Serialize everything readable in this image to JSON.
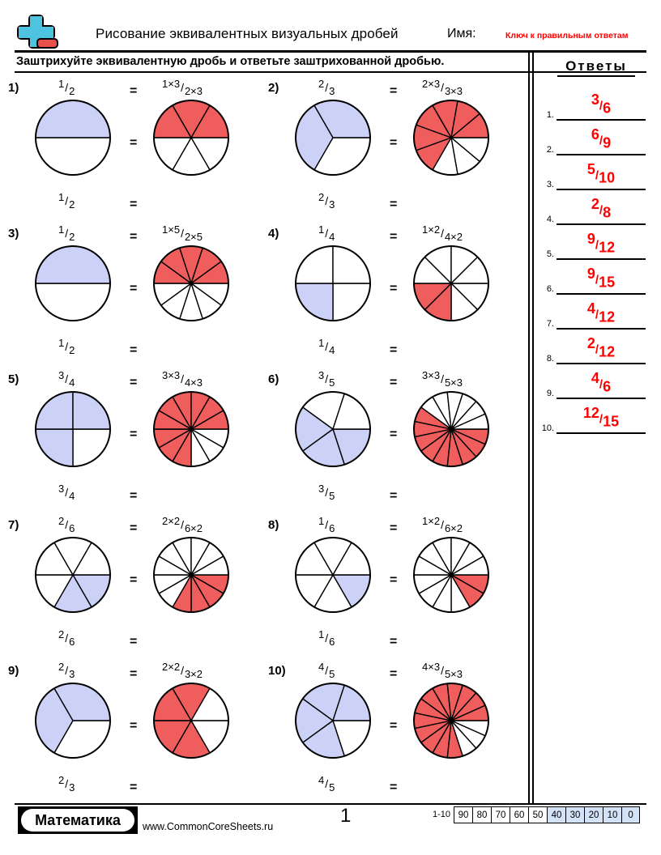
{
  "header": {
    "title": "Рисование эквивалентных визуальных дробей",
    "name_label": "Имя:",
    "answer_key_label": "Ключ к правильным ответам",
    "logo_icon": "plus-minus-icon"
  },
  "instructions": "Заштрихуйте эквивалентную дробь и ответьте заштрихованной дробью.",
  "answers_panel": {
    "heading": "Ответы",
    "rows": [
      {
        "index": "1.",
        "numerator": "3",
        "slash": "/",
        "denominator": "6"
      },
      {
        "index": "2.",
        "numerator": "6",
        "slash": "/",
        "denominator": "9"
      },
      {
        "index": "3.",
        "numerator": "5",
        "slash": "/",
        "denominator": "10"
      },
      {
        "index": "4.",
        "numerator": "2",
        "slash": "/",
        "denominator": "8"
      },
      {
        "index": "5.",
        "numerator": "9",
        "slash": "/",
        "denominator": "12"
      },
      {
        "index": "6.",
        "numerator": "9",
        "slash": "/",
        "denominator": "15"
      },
      {
        "index": "7.",
        "numerator": "4",
        "slash": "/",
        "denominator": "12"
      },
      {
        "index": "8.",
        "numerator": "2",
        "slash": "/",
        "denominator": "12"
      },
      {
        "index": "9.",
        "numerator": "4",
        "slash": "/",
        "denominator": "6"
      },
      {
        "index": "10.",
        "numerator": "12",
        "slash": "/",
        "denominator": "15"
      }
    ]
  },
  "colors": {
    "shaded_blue": "#ccd1f7",
    "shaded_red": "#ef5d5d",
    "answer_red": "#ff0000",
    "logo_cyan": "#4ec3e0",
    "logo_red": "#e8504a",
    "scale_highlight": "#d3e2f7"
  },
  "equals_sign": "=",
  "problems": [
    {
      "index": "1)",
      "left_fraction": {
        "numerator": "1",
        "slash": "/",
        "denominator": "2"
      },
      "right_fraction": {
        "numerator": "1×3",
        "slash": "/",
        "denominator": "2×3"
      },
      "bottom_fraction": {
        "numerator": "1",
        "slash": "/",
        "denominator": "2"
      },
      "left_pie": {
        "slices": 2,
        "shaded": 1,
        "color": "#ccd1f7",
        "start_index": 1
      },
      "right_pie": {
        "slices": 6,
        "shaded": 3,
        "color": "#ef5d5d",
        "start_index": 3
      }
    },
    {
      "index": "2)",
      "left_fraction": {
        "numerator": "2",
        "slash": "/",
        "denominator": "3"
      },
      "right_fraction": {
        "numerator": "2×3",
        "slash": "/",
        "denominator": "3×3"
      },
      "bottom_fraction": {
        "numerator": "2",
        "slash": "/",
        "denominator": "3"
      },
      "left_pie": {
        "slices": 3,
        "shaded": 2,
        "color": "#ccd1f7",
        "start_index": 1
      },
      "right_pie": {
        "slices": 9,
        "shaded": 6,
        "color": "#ef5d5d",
        "start_index": 3
      }
    },
    {
      "index": "3)",
      "left_fraction": {
        "numerator": "1",
        "slash": "/",
        "denominator": "2"
      },
      "right_fraction": {
        "numerator": "1×5",
        "slash": "/",
        "denominator": "2×5"
      },
      "bottom_fraction": {
        "numerator": "1",
        "slash": "/",
        "denominator": "2"
      },
      "left_pie": {
        "slices": 2,
        "shaded": 1,
        "color": "#ccd1f7",
        "start_index": 1
      },
      "right_pie": {
        "slices": 10,
        "shaded": 5,
        "color": "#ef5d5d",
        "start_index": 5
      }
    },
    {
      "index": "4)",
      "left_fraction": {
        "numerator": "1",
        "slash": "/",
        "denominator": "4"
      },
      "right_fraction": {
        "numerator": "1×2",
        "slash": "/",
        "denominator": "4×2"
      },
      "bottom_fraction": {
        "numerator": "1",
        "slash": "/",
        "denominator": "4"
      },
      "left_pie": {
        "slices": 4,
        "shaded": 1,
        "color": "#ccd1f7",
        "start_index": 1
      },
      "right_pie": {
        "slices": 8,
        "shaded": 2,
        "color": "#ef5d5d",
        "start_index": 2
      }
    },
    {
      "index": "5)",
      "left_fraction": {
        "numerator": "3",
        "slash": "/",
        "denominator": "4"
      },
      "right_fraction": {
        "numerator": "3×3",
        "slash": "/",
        "denominator": "4×3"
      },
      "bottom_fraction": {
        "numerator": "3",
        "slash": "/",
        "denominator": "4"
      },
      "left_pie": {
        "slices": 4,
        "shaded": 3,
        "color": "#ccd1f7",
        "start_index": 1
      },
      "right_pie": {
        "slices": 12,
        "shaded": 9,
        "color": "#ef5d5d",
        "start_index": 3
      }
    },
    {
      "index": "6)",
      "left_fraction": {
        "numerator": "3",
        "slash": "/",
        "denominator": "5"
      },
      "right_fraction": {
        "numerator": "3×3",
        "slash": "/",
        "denominator": "5×3"
      },
      "bottom_fraction": {
        "numerator": "3",
        "slash": "/",
        "denominator": "5"
      },
      "left_pie": {
        "slices": 5,
        "shaded": 3,
        "color": "#ccd1f7",
        "start_index": 0
      },
      "right_pie": {
        "slices": 15,
        "shaded": 9,
        "color": "#ef5d5d",
        "start_index": 0
      }
    },
    {
      "index": "7)",
      "left_fraction": {
        "numerator": "2",
        "slash": "/",
        "denominator": "6"
      },
      "right_fraction": {
        "numerator": "2×2",
        "slash": "/",
        "denominator": "6×2"
      },
      "bottom_fraction": {
        "numerator": "2",
        "slash": "/",
        "denominator": "6"
      },
      "left_pie": {
        "slices": 6,
        "shaded": 2,
        "color": "#ccd1f7",
        "start_index": 0
      },
      "right_pie": {
        "slices": 12,
        "shaded": 4,
        "color": "#ef5d5d",
        "start_index": 0
      }
    },
    {
      "index": "8)",
      "left_fraction": {
        "numerator": "1",
        "slash": "/",
        "denominator": "6"
      },
      "right_fraction": {
        "numerator": "1×2",
        "slash": "/",
        "denominator": "6×2"
      },
      "bottom_fraction": {
        "numerator": "1",
        "slash": "/",
        "denominator": "6"
      },
      "left_pie": {
        "slices": 6,
        "shaded": 1,
        "color": "#ccd1f7",
        "start_index": 0
      },
      "right_pie": {
        "slices": 12,
        "shaded": 2,
        "color": "#ef5d5d",
        "start_index": 0
      }
    },
    {
      "index": "9)",
      "left_fraction": {
        "numerator": "2",
        "slash": "/",
        "denominator": "3"
      },
      "right_fraction": {
        "numerator": "2×2",
        "slash": "/",
        "denominator": "3×2"
      },
      "bottom_fraction": {
        "numerator": "2",
        "slash": "/",
        "denominator": "3"
      },
      "left_pie": {
        "slices": 3,
        "shaded": 2,
        "color": "#ccd1f7",
        "start_index": 1
      },
      "right_pie": {
        "slices": 6,
        "shaded": 4,
        "color": "#ef5d5d",
        "start_index": 1
      }
    },
    {
      "index": "10)",
      "left_fraction": {
        "numerator": "4",
        "slash": "/",
        "denominator": "5"
      },
      "right_fraction": {
        "numerator": "4×3",
        "slash": "/",
        "denominator": "5×3"
      },
      "bottom_fraction": {
        "numerator": "4",
        "slash": "/",
        "denominator": "5"
      },
      "left_pie": {
        "slices": 5,
        "shaded": 4,
        "color": "#ccd1f7",
        "start_index": 1
      },
      "right_pie": {
        "slices": 15,
        "shaded": 12,
        "color": "#ef5d5d",
        "start_index": 3
      }
    }
  ],
  "footer": {
    "logo_text": "Математика",
    "site_url": "www.CommonCoreSheets.ru",
    "page_number": "1",
    "scale_label": "1-10",
    "scale_values": [
      "90",
      "80",
      "70",
      "60",
      "50",
      "40",
      "30",
      "20",
      "10",
      "0"
    ],
    "scale_highlighted_from_index": 5
  }
}
